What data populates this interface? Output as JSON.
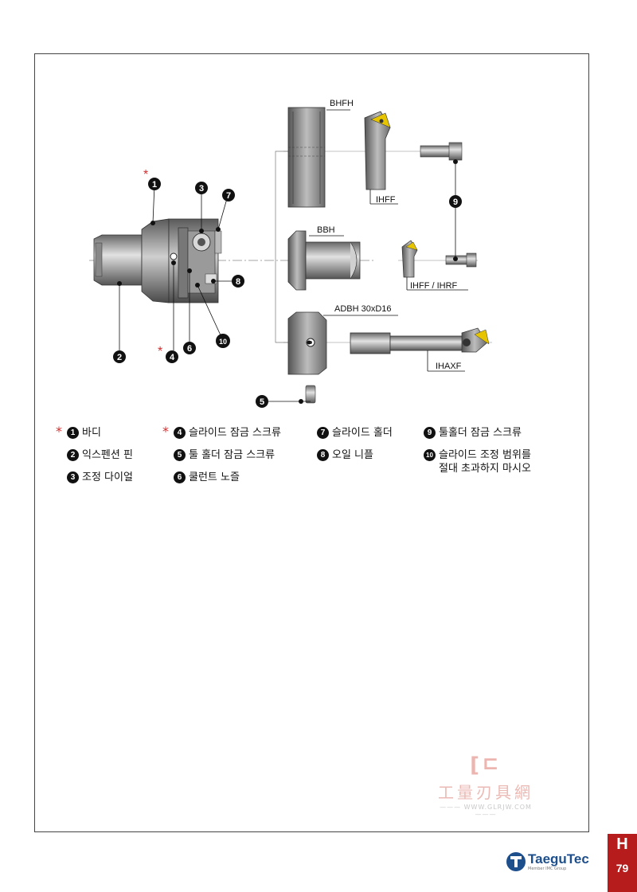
{
  "diagram": {
    "labels": {
      "bhfh": "BHFH",
      "ihff": "IHFF",
      "bbh": "BBH",
      "ihff_ihrf": "IHFF / IHRF",
      "adbh": "ADBH 30xD16",
      "ihaxf": "IHAXF"
    },
    "callouts": [
      "1",
      "2",
      "3",
      "4",
      "5",
      "6",
      "7",
      "8",
      "9",
      "10"
    ],
    "star": "*"
  },
  "legend": {
    "items": [
      {
        "num": "1",
        "text": "바디",
        "star": true
      },
      {
        "num": "2",
        "text": "익스펜션 핀",
        "star": false
      },
      {
        "num": "3",
        "text": "조정 다이얼",
        "star": false
      },
      {
        "num": "4",
        "text": "슬라이드 잠금 스크류",
        "star": true
      },
      {
        "num": "5",
        "text": "툴 홀더 잠금 스크류",
        "star": false
      },
      {
        "num": "6",
        "text": "쿨런트 노즐",
        "star": false
      },
      {
        "num": "7",
        "text": "슬라이드 홀더",
        "star": false
      },
      {
        "num": "8",
        "text": "오일 니플",
        "star": false
      },
      {
        "num": "9",
        "text": "툴홀더 잠금 스크류",
        "star": false
      },
      {
        "num": "10",
        "text": "슬라이드 조정 범위를",
        "text2": "절대 초과하지 마시오",
        "star": false
      }
    ]
  },
  "watermark": {
    "logo": "[ㄷ",
    "text": "工量刃具網",
    "url": "——— WWW.GLRJW.COM ———"
  },
  "footer": {
    "brand": "TaeguTec",
    "brand_sub": "Member IMC Group",
    "section_letter": "H",
    "page_number": "79"
  },
  "colors": {
    "accent": "#b71c1c",
    "brand": "#1d4f8c",
    "star": "#d32f2f",
    "insert": "#e6c400"
  }
}
